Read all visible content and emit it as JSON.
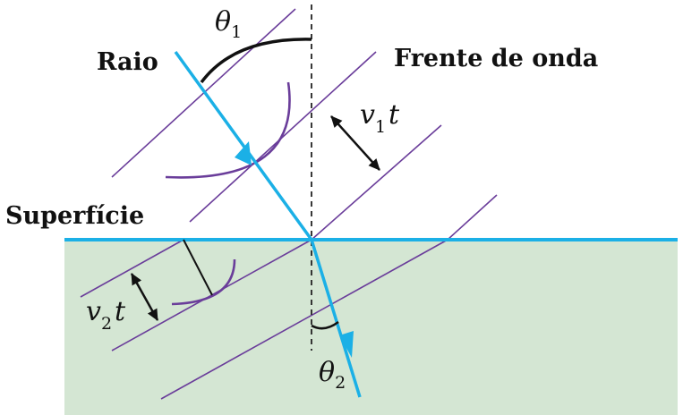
{
  "labels": {
    "ray": "Raio",
    "wavefront": "Frente de onda",
    "surface": "Superfície"
  },
  "symbols": {
    "theta1": {
      "base": "θ",
      "sub": "1"
    },
    "theta2": {
      "base": "θ",
      "sub": "2"
    },
    "v1t": {
      "v": "v",
      "sub": "1",
      "t": "t"
    },
    "v2t": {
      "v": "v",
      "sub": "2",
      "t": "t"
    }
  },
  "colors": {
    "ray": "#1BB0E6",
    "surface": "#1BB0E6",
    "wavefront": "#6A3D9A",
    "medium2": "#D4E6D3",
    "normal": "#222222",
    "annotation": "#111111"
  }
}
